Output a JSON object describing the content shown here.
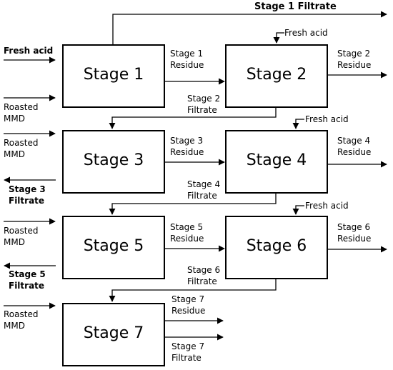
{
  "diagram": {
    "stages": [
      "Stage 1",
      "Stage 2",
      "Stage 3",
      "Stage 4",
      "Stage 5",
      "Stage 6",
      "Stage 7"
    ],
    "labels": {
      "stage1_filtrate_top": "Stage 1 Filtrate",
      "fresh_acid_left": "Fresh acid",
      "fresh_acid_s2": "Fresh acid",
      "fresh_acid_s4": "Fresh acid",
      "fresh_acid_s6": "Fresh acid",
      "roasted_mmd_1": "Roasted\nMMD",
      "roasted_mmd_3": "Roasted\nMMD",
      "roasted_mmd_5": "Roasted\nMMD",
      "roasted_mmd_7": "Roasted\nMMD",
      "stage1_residue": "Stage 1\nResidue",
      "stage2_residue": "Stage 2\nResidue",
      "stage2_filtrate": "Stage 2\nFiltrate",
      "stage3_residue": "Stage 3\nResidue",
      "stage3_filtrate": "Stage 3\nFiltrate",
      "stage4_residue": "Stage 4\nResidue",
      "stage4_filtrate": "Stage 4\nFiltrate",
      "stage5_residue": "Stage 5\nResidue",
      "stage5_filtrate": "Stage 5\nFiltrate",
      "stage6_residue": "Stage 6\nResidue",
      "stage6_filtrate": "Stage 6\nFiltrate",
      "stage7_residue": "Stage 7\nResidue",
      "stage7_filtrate": "Stage 7\nFiltrate"
    }
  }
}
